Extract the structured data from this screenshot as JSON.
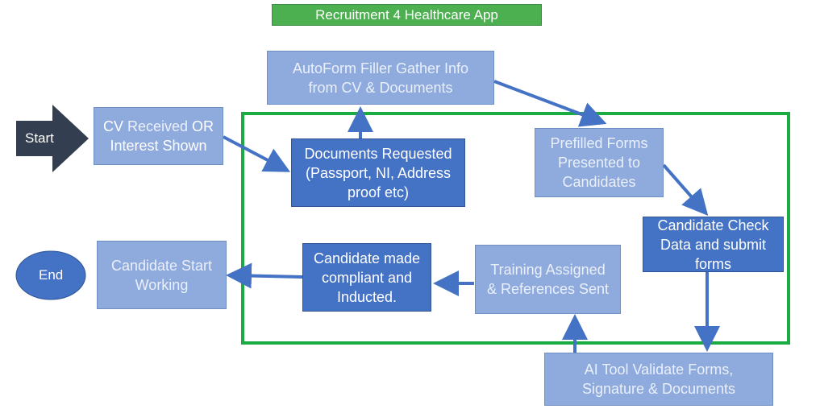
{
  "title": "Recruitment 4 Healthcare App",
  "start": "Start",
  "end": "End",
  "nodes": {
    "cv": {
      "part1": "CV ",
      "part2": "Received ",
      "part3": "OR",
      "line2": "Interest Shown"
    },
    "autoform": "AutoForm Filler Gather Info\nfrom CV & Documents",
    "documents": "Documents Requested\n(Passport,  NI, Address\nproof etc)",
    "prefilled": "Prefilled Forms\nPresented to\nCandidates",
    "check": "Candidate Check\nData and submit\nforms",
    "ai": "AI Tool Validate Forms,\nSignature & Documents",
    "training": "Training Assigned\n& References Sent",
    "compliant": "Candidate made\ncompliant and\nInducted.",
    "working": "Candidate Start\nWorking"
  },
  "colors": {
    "light_box": "#8faadc",
    "dark_box": "#4472c4",
    "arrow": "#4472c4",
    "frame": "#1aab42",
    "start": "#333f50",
    "end": "#4472c4",
    "title_bg": "#4caf50"
  }
}
